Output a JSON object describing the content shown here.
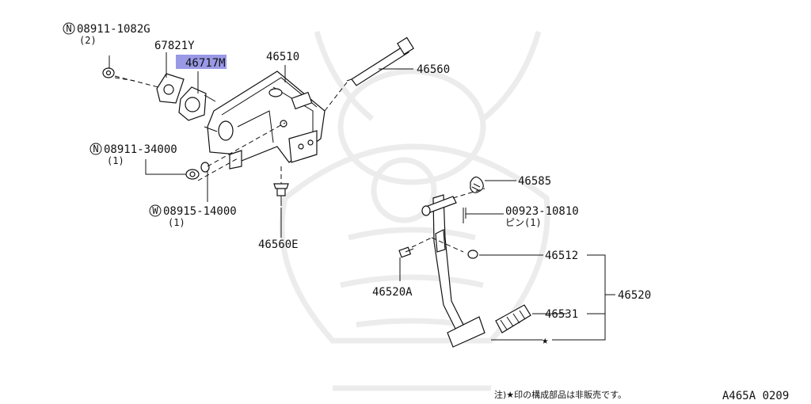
{
  "parts": {
    "nut_top": {
      "prefix": "N",
      "number": "08911-1082G",
      "qty": "(2)"
    },
    "p67821y": "67821Y",
    "p46717m": "46717M",
    "p46510": "46510",
    "p46560": "46560",
    "nut_mid": {
      "prefix": "N",
      "number": "08911-34000",
      "qty": "(1)"
    },
    "washer": {
      "prefix": "W",
      "number": "08915-14000",
      "qty": "(1)"
    },
    "p46560e": "46560E",
    "p46585": "46585",
    "pin": {
      "number": "00923-10810",
      "sub": "ピン(1)"
    },
    "p46512": "46512",
    "p46520": "46520",
    "p46520a": "46520A",
    "p46531": "46531",
    "star": "★"
  },
  "highlight_color": "#9999e6",
  "footer": {
    "note": "注)★印の構成部品は非販売です。",
    "code": "A465A 0209"
  }
}
